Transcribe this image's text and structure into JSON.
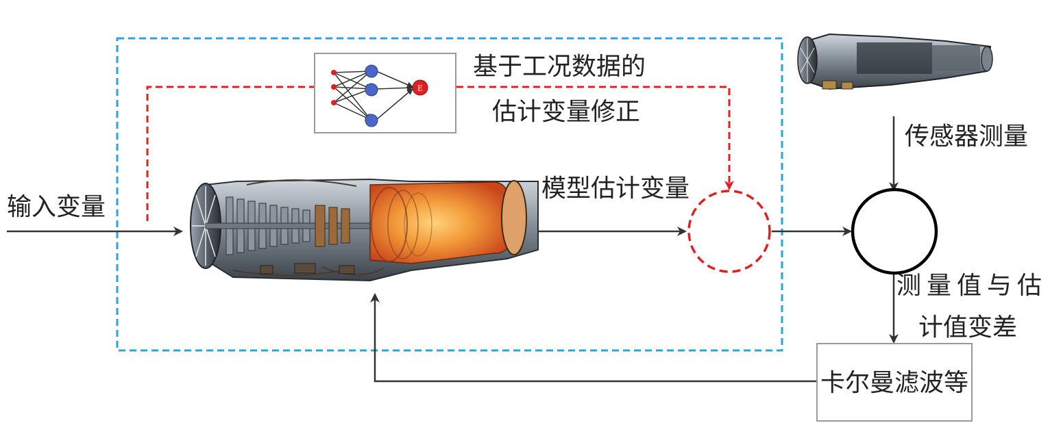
{
  "labels": {
    "input": "输入变量",
    "correction_line1": "基于工况数据的",
    "correction_line2": "估计变量修正",
    "model_estimate": "模型估计变量",
    "sensor": "传感器测量",
    "diff_line1": "测量值与估",
    "diff_line2": "计值变差",
    "filter": "卡尔曼滤波等"
  },
  "nn": {
    "output_node": "E"
  },
  "icons": [
    "neural-network-icon",
    "engine-cutaway-icon",
    "engine-photo-icon"
  ],
  "colors": {
    "model_boundary": "#29a3e0",
    "correction_path": "#e02020",
    "arrows": "#333333",
    "nn_input_node": "#e02020",
    "nn_hidden_node": "#4a67c8",
    "nn_output_node": "#e02020"
  }
}
